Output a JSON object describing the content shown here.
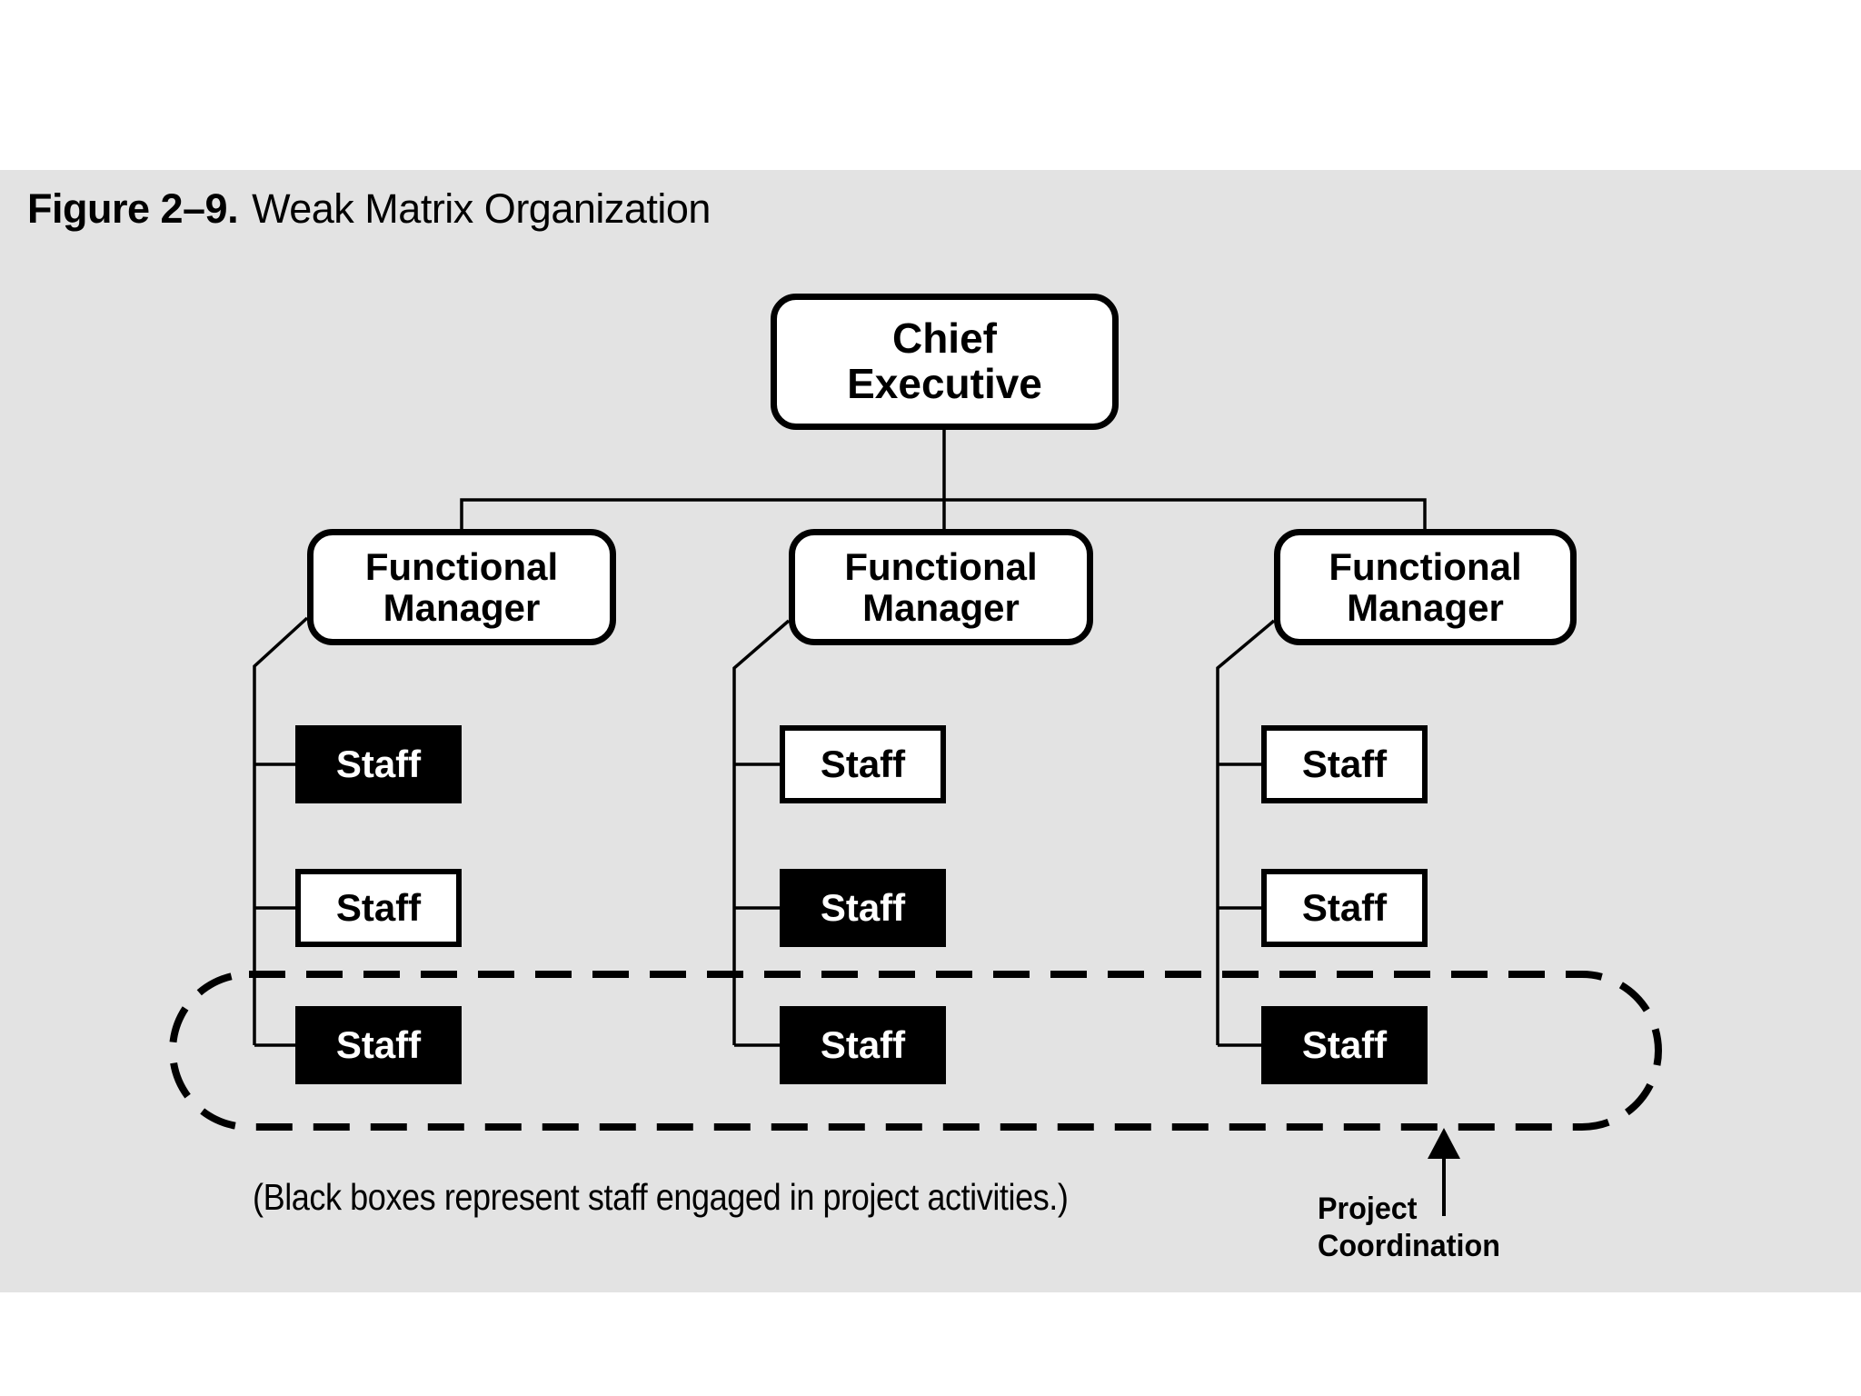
{
  "figure": {
    "label": "Figure 2–9.",
    "title": "Weak Matrix Organization"
  },
  "chart": {
    "type": "org-chart",
    "root": {
      "label": "Chief\nExecutive"
    },
    "managers": [
      {
        "label": "Functional\nManager"
      },
      {
        "label": "Functional\nManager"
      },
      {
        "label": "Functional\nManager"
      }
    ],
    "columns": [
      {
        "staff": [
          {
            "label": "Staff",
            "engaged_in_project": true
          },
          {
            "label": "Staff",
            "engaged_in_project": false
          },
          {
            "label": "Staff",
            "engaged_in_project": true
          }
        ]
      },
      {
        "staff": [
          {
            "label": "Staff",
            "engaged_in_project": false
          },
          {
            "label": "Staff",
            "engaged_in_project": true
          },
          {
            "label": "Staff",
            "engaged_in_project": true
          }
        ]
      },
      {
        "staff": [
          {
            "label": "Staff",
            "engaged_in_project": false
          },
          {
            "label": "Staff",
            "engaged_in_project": false
          },
          {
            "label": "Staff",
            "engaged_in_project": true
          }
        ]
      }
    ],
    "coordination_label": "Project\nCoordination",
    "caption": "(Black boxes represent staff engaged in project activities.)",
    "colors": {
      "panel_background": "#e3e3e3",
      "box_fill": "#ffffff",
      "engaged_fill": "#000000",
      "line": "#000000"
    }
  }
}
